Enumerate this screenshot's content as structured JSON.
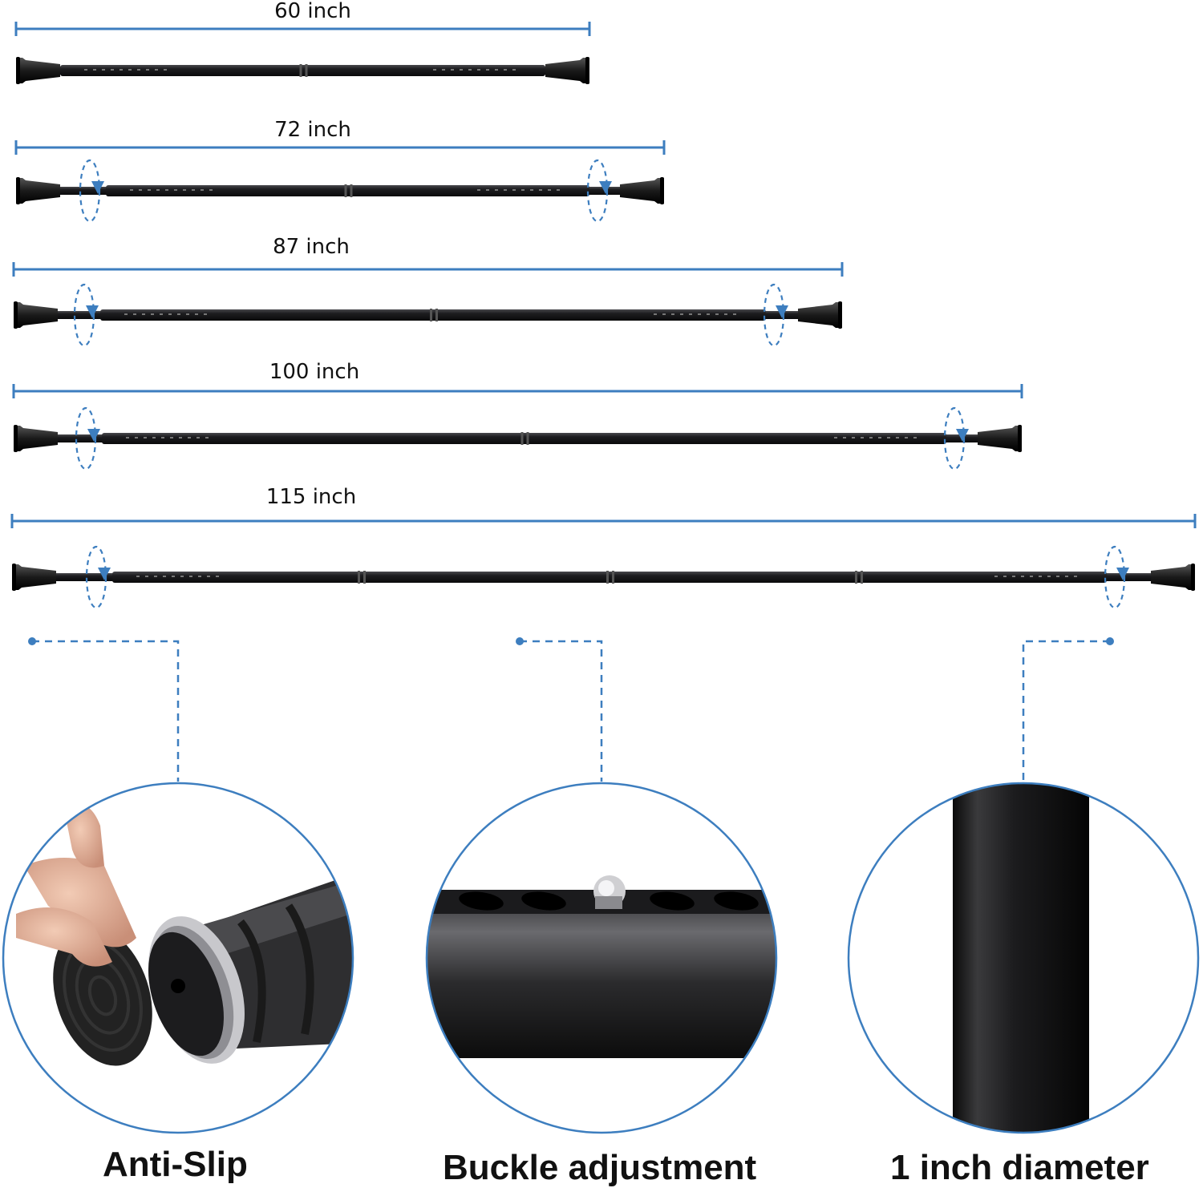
{
  "colors": {
    "accent": "#3d7ebf",
    "rod": "#1a1a1c"
  },
  "rods": [
    {
      "length_label": "60 inch"
    },
    {
      "length_label": "72 inch"
    },
    {
      "length_label": "87 inch"
    },
    {
      "length_label": "100 inch"
    },
    {
      "length_label": "115 inch"
    }
  ],
  "features": [
    {
      "label": "Anti-Slip",
      "icon": "rubber-end-cap"
    },
    {
      "label": "Buckle adjustment",
      "icon": "buckle-holes"
    },
    {
      "label": "1 inch diameter",
      "icon": "rod-tube"
    }
  ]
}
